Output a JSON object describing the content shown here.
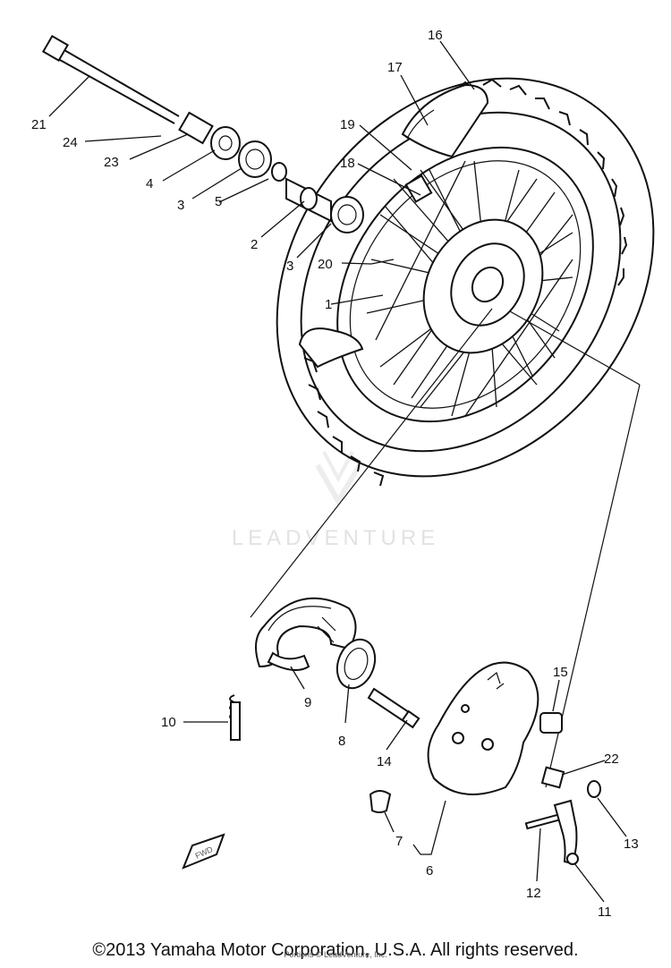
{
  "callouts": [
    "1",
    "2",
    "3",
    "3",
    "4",
    "5",
    "6",
    "7",
    "8",
    "9",
    "10",
    "11",
    "12",
    "13",
    "14",
    "15",
    "16",
    "17",
    "18",
    "19",
    "20",
    "21",
    "22",
    "23",
    "24"
  ],
  "watermark": "LEADVENTURE",
  "fwd_label": "FWD",
  "copyright": "©2013 Yamaha Motor Corporation, U.S.A. All rights reserved.",
  "overlay_text": "Portions © LeadVenture, Inc."
}
